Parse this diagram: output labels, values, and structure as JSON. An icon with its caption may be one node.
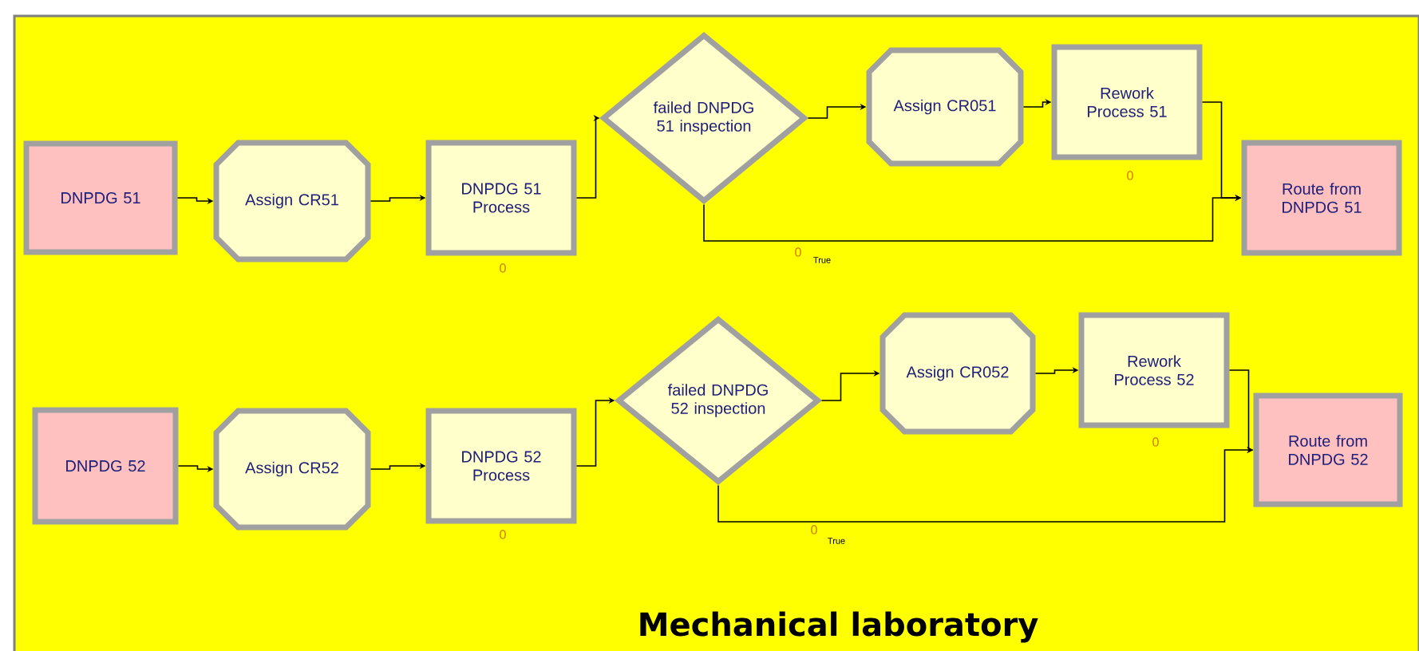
{
  "diagram": {
    "title": "Mechanical laboratory",
    "nodes": [
      {
        "text": [
          "DNPDG 51"
        ]
      },
      {
        "text": [
          "Assign CR51"
        ]
      },
      {
        "text": [
          "DNPDG 51 Process"
        ],
        "beside": [
          "0"
        ]
      },
      {
        "text": [
          "failed DNPDG 51 inspection"
        ],
        "beside": [
          "0"
        ]
      },
      {
        "text": [
          "Assign CR051"
        ]
      },
      {
        "text": [
          "Rework Process 51"
        ],
        "beside": [
          "0"
        ]
      },
      {
        "text": [
          "Route from DNPDG 51"
        ]
      },
      {
        "text": [
          "DNPDG 52"
        ]
      },
      {
        "text": [
          "Assign CR52"
        ]
      },
      {
        "text": [
          "DNPDG 52 Process"
        ],
        "beside": [
          "0"
        ]
      },
      {
        "text": [
          "failed DNPDG 52 inspection"
        ],
        "beside": [
          "0"
        ]
      },
      {
        "text": [
          "Assign CR052"
        ]
      },
      {
        "text": [
          "Rework Process 52"
        ],
        "beside": [
          "0"
        ]
      },
      {
        "text": [
          "Route from DNPDG 52"
        ]
      }
    ],
    "edges": [
      {
        "from": 0,
        "to": 1,
        "arrow": "to"
      },
      {
        "from": 1,
        "to": 2,
        "arrow": "to"
      },
      {
        "from": 2,
        "to": 3,
        "arrow": "to"
      },
      {
        "from": 3,
        "to": 4,
        "arrow": "to"
      },
      {
        "from": 4,
        "to": 5,
        "arrow": "to"
      },
      {
        "from": 5,
        "to": 6,
        "arrow": "to"
      },
      {
        "from": 3,
        "to": 6,
        "label": "True",
        "arrow": "to"
      },
      {
        "from": 7,
        "to": 8,
        "arrow": "to"
      },
      {
        "from": 8,
        "to": 9,
        "arrow": "to"
      },
      {
        "from": 9,
        "to": 10,
        "arrow": "to"
      },
      {
        "from": 10,
        "to": 11,
        "arrow": "to"
      },
      {
        "from": 11,
        "to": 12,
        "arrow": "to"
      },
      {
        "from": 12,
        "to": 13,
        "arrow": "to"
      },
      {
        "from": 10,
        "to": 13,
        "label": "True",
        "arrow": "to"
      }
    ]
  }
}
